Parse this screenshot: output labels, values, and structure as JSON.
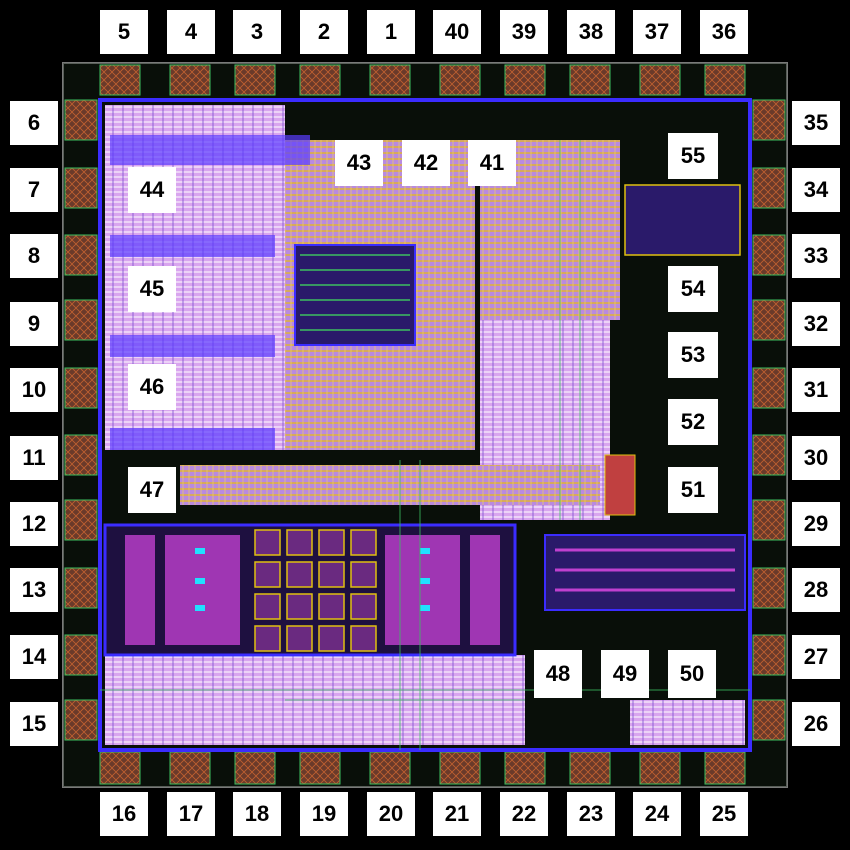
{
  "colors": {
    "background": "#000000",
    "label_bg": "#ffffff",
    "metal_blue": "#3b2cff",
    "metal_magenta": "#c040d0",
    "poly_yellow": "#e0c010",
    "diff_green": "#20b060",
    "pad_lavender": "#d6a8f0",
    "via_cyan": "#20e0ff"
  },
  "top_pads": [
    "5",
    "4",
    "3",
    "2",
    "1",
    "40",
    "39",
    "38",
    "37",
    "36"
  ],
  "left_pads": [
    "6",
    "7",
    "8",
    "9",
    "10",
    "11",
    "12",
    "13",
    "14",
    "15"
  ],
  "right_pads": [
    "35",
    "34",
    "33",
    "32",
    "31",
    "30",
    "29",
    "28",
    "27",
    "26"
  ],
  "bottom_pads": [
    "16",
    "17",
    "18",
    "19",
    "20",
    "21",
    "22",
    "23",
    "24",
    "25"
  ],
  "blocks": {
    "b41": "41",
    "b42": "42",
    "b43": "43",
    "b44": "44",
    "b45": "45",
    "b46": "46",
    "b47": "47",
    "b48": "48",
    "b49": "49",
    "b50": "50",
    "b51": "51",
    "b52": "52",
    "b53": "53",
    "b54": "54",
    "b55": "55"
  }
}
